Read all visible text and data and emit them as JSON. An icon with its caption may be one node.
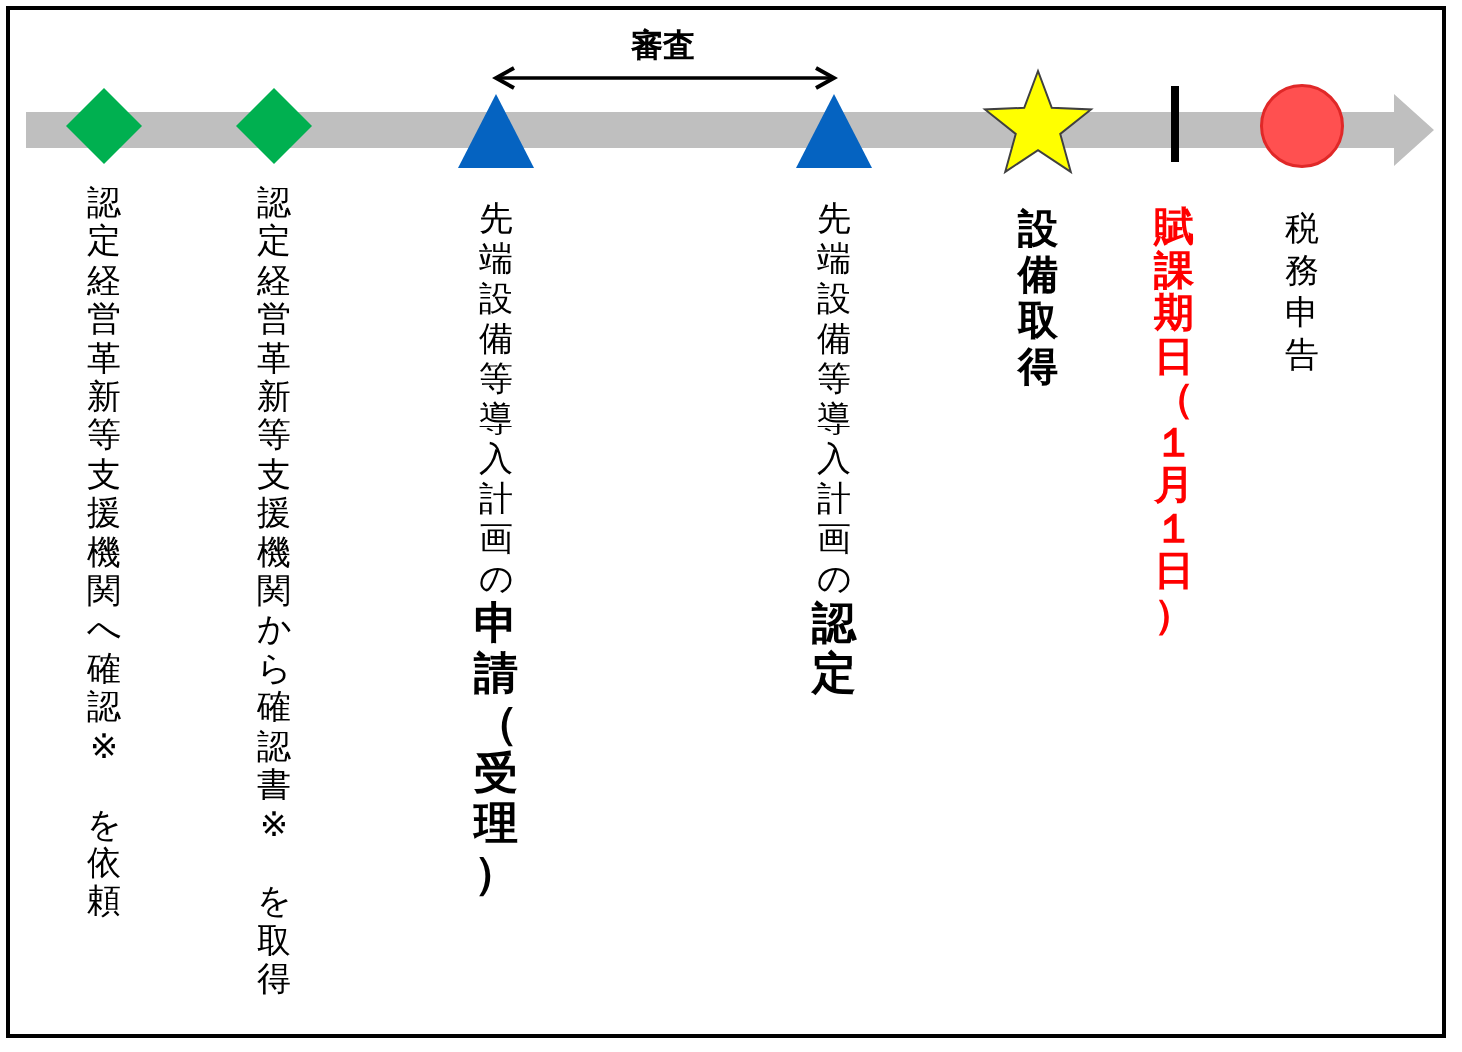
{
  "diagram": {
    "nodes": [
      {
        "text": [],
        "shape": "diamond",
        "beside": [
          "認定経営革新等支援機関へ確認※　を依頼"
        ]
      },
      {
        "text": [],
        "shape": "diamond",
        "beside": [
          "認定経営革新等支援機関から確認書※　を取得"
        ]
      },
      {
        "text": [],
        "shape": "triangle",
        "beside": [
          "先端設備等導入計画の**申請（受理）**"
        ]
      },
      {
        "text": [],
        "shape": "triangle",
        "beside": [
          "先端設備等導入計画の**認定**"
        ]
      },
      {
        "text": [],
        "shape": "star",
        "beside": [
          "設備取得"
        ]
      },
      {
        "text": [],
        "shape": "bar",
        "beside": [
          "賦課期日（１月１日）"
        ]
      },
      {
        "text": [],
        "shape": "circle",
        "beside": [
          "税務申告"
        ]
      }
    ],
    "edges": [
      {
        "from": 2,
        "to": 3,
        "arrow": "both",
        "label": "審査"
      }
    ]
  }
}
